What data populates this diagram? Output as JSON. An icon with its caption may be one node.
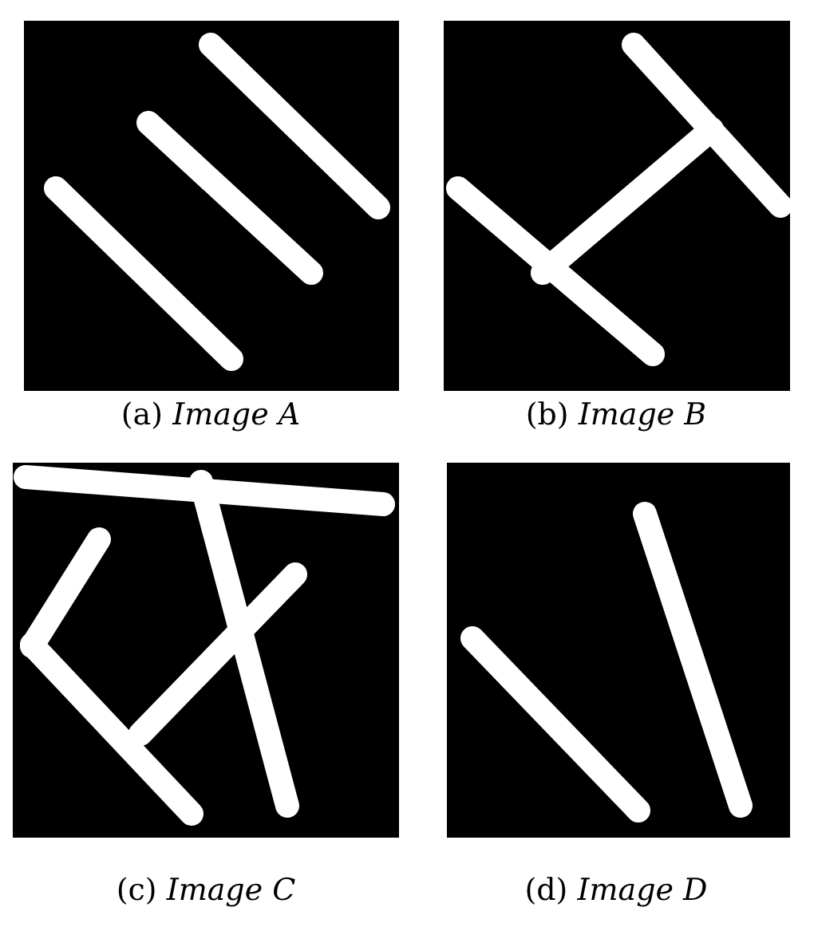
{
  "diagram": {
    "nodes": [
      {
        "text": [],
        "shape": "picture",
        "beside": [
          "(a) *Image A*"
        ]
      },
      {
        "text": [],
        "shape": "picture",
        "beside": [
          "(b) *Image B*"
        ]
      },
      {
        "text": [],
        "shape": "picture",
        "beside": [
          "(c) *Image C*"
        ]
      },
      {
        "text": [],
        "shape": "picture",
        "beside": [
          "(d) *Image D*"
        ]
      }
    ]
  }
}
